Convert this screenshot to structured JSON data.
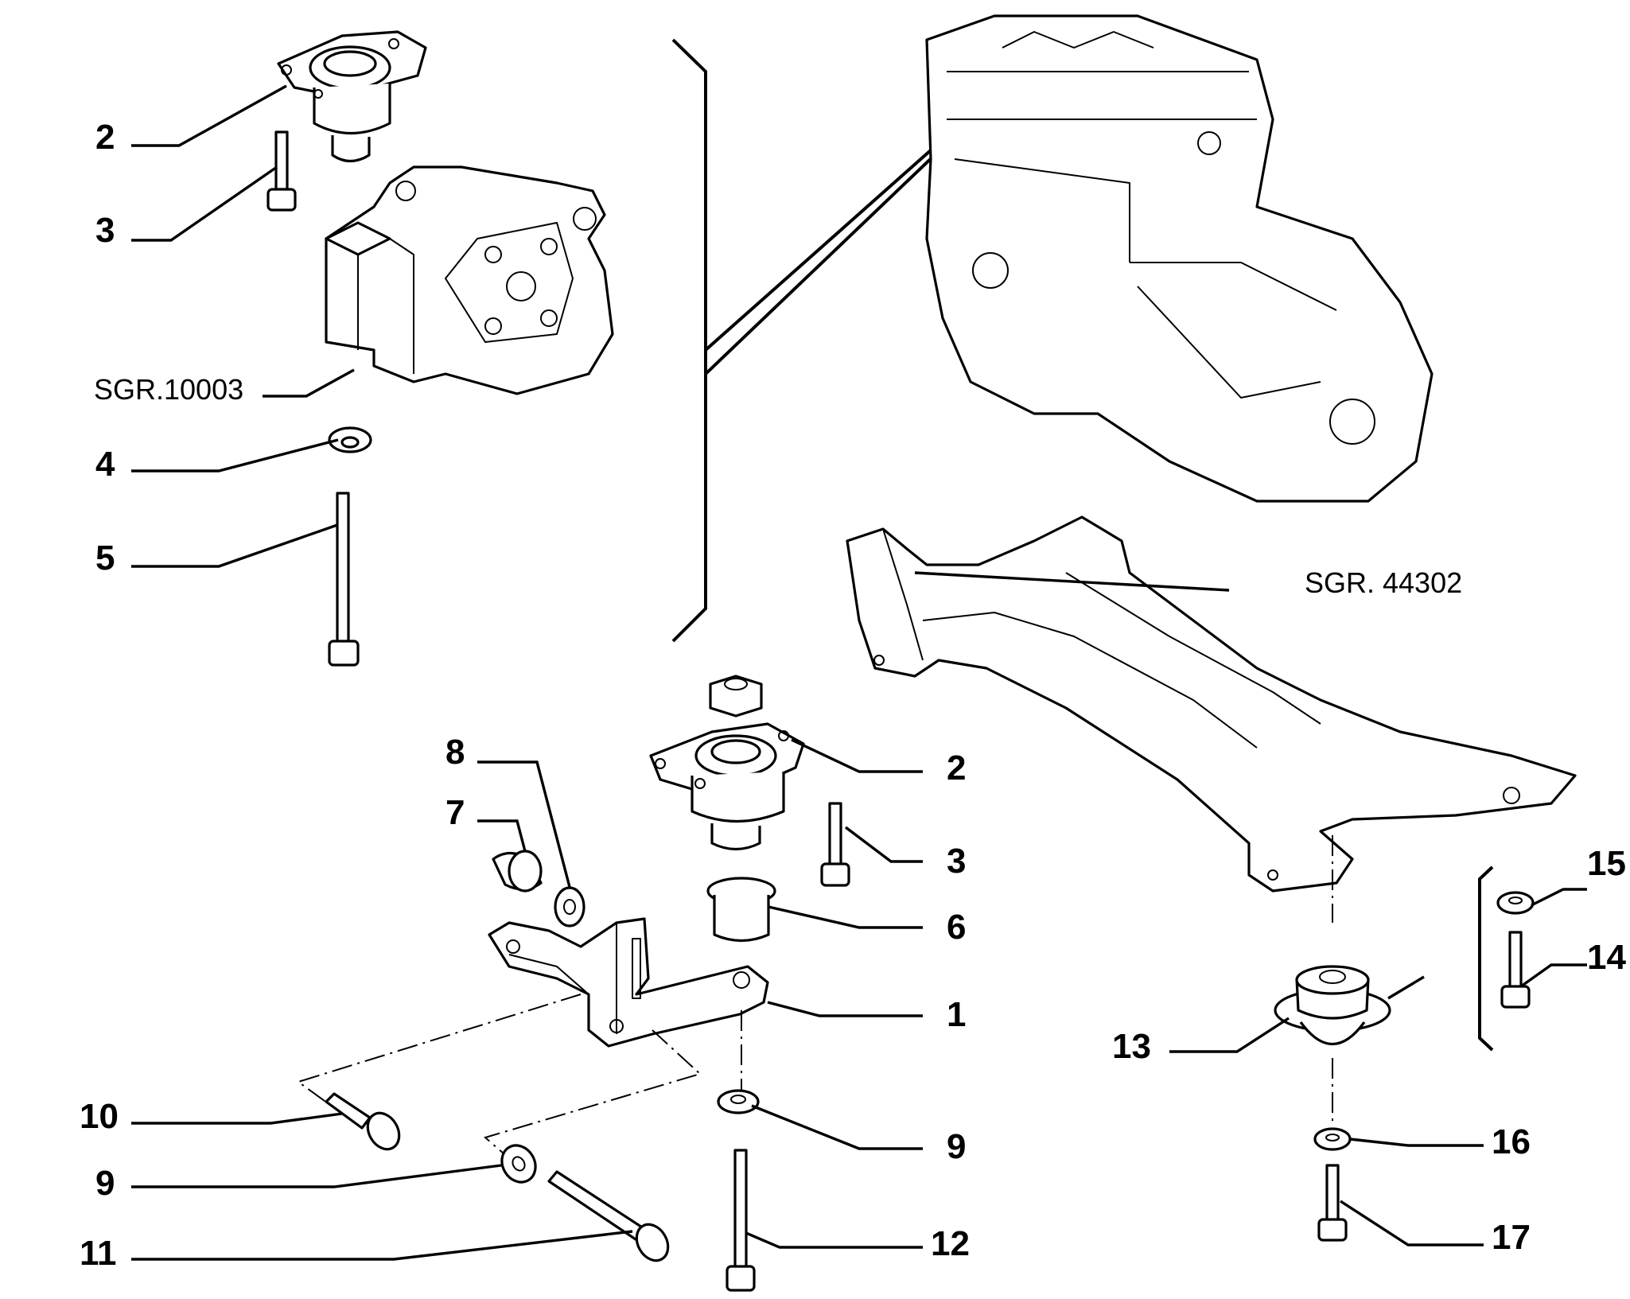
{
  "labels": {
    "top_2": "2",
    "top_3": "3",
    "top_4": "4",
    "top_5": "5",
    "sgr_10003": "SGR.10003",
    "sgr_44302": "SGR. 44302",
    "mid_2": "2",
    "mid_3": "3",
    "l8": "8",
    "l7": "7",
    "l6": "6",
    "l1": "1",
    "l9a": "9",
    "l9b": "9",
    "l10": "10",
    "l11": "11",
    "l12": "12",
    "l13": "13",
    "l14": "14",
    "l15": "15",
    "l16": "16",
    "l17": "17"
  },
  "colors": {
    "ink": "#000000",
    "paper": "#ffffff"
  }
}
